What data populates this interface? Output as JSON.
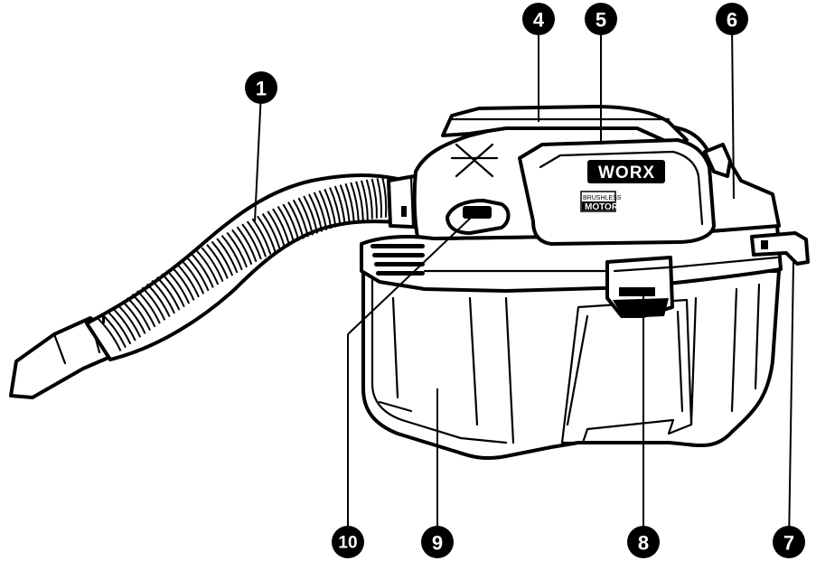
{
  "product": {
    "brand": "WORX",
    "motor_line1": "BRUSHLESS",
    "motor_line2": "MOTOR"
  },
  "callouts": [
    {
      "label": "1"
    },
    {
      "label": "4"
    },
    {
      "label": "5"
    },
    {
      "label": "6"
    },
    {
      "label": "7"
    },
    {
      "label": "8"
    },
    {
      "label": "9"
    },
    {
      "label": "10"
    }
  ]
}
